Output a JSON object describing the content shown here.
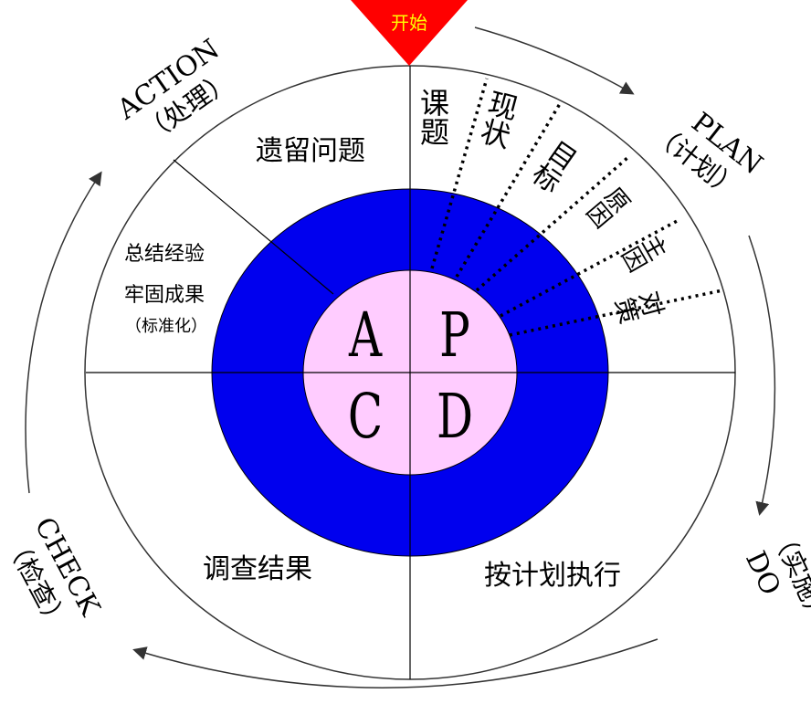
{
  "start": {
    "label": "开始",
    "color": "#ff0000",
    "text_color": "#ffff00"
  },
  "center": {
    "letters": [
      "A",
      "P",
      "C",
      "D"
    ],
    "fill": "#ffccff"
  },
  "ring": {
    "color": "#0000ee"
  },
  "phases": {
    "plan": {
      "en": "PLAN",
      "cn": "（计划）"
    },
    "do": {
      "en": "DO",
      "cn": "（实施）"
    },
    "check": {
      "en": "CHECK",
      "cn": "（检查）"
    },
    "action": {
      "en": "ACTION",
      "cn": "（处理）"
    }
  },
  "plan_steps": [
    "课题",
    "现状",
    "目标",
    "原因",
    "主因",
    "对策"
  ],
  "quadrants": {
    "action_top": "遗留问题",
    "action_left": [
      "总结经验",
      "牢固成果",
      "（标准化）"
    ],
    "check": "调查结果",
    "do": "按计划执行"
  }
}
